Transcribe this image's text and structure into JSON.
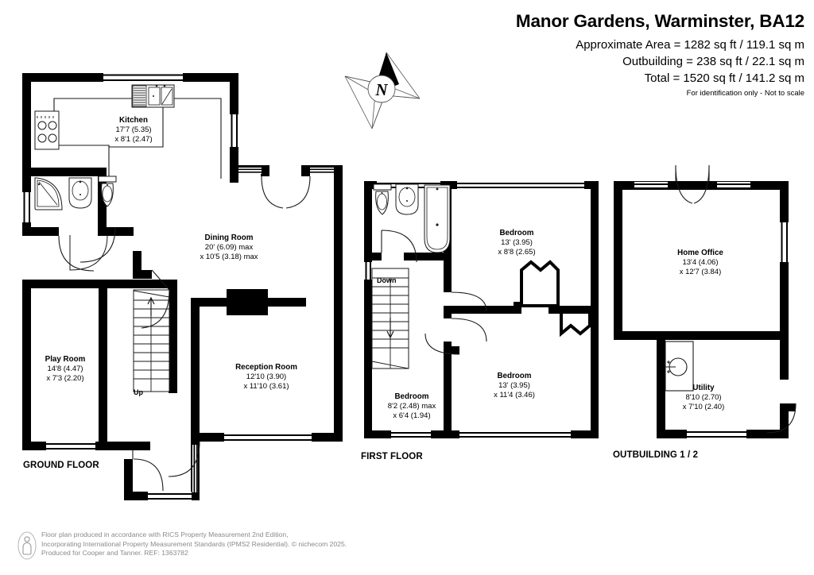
{
  "header": {
    "title": "Manor Gardens, Warminster, BA12",
    "approximate_area": "Approximate Area = 1282 sq ft / 119.1 sq m",
    "outbuilding_area": "Outbuilding = 238 sq ft / 22.1 sq m",
    "total_area": "Total = 1520 sq ft / 141.2 sq m",
    "disclaimer": "For identification only - Not to scale"
  },
  "compass": {
    "north_label": "N"
  },
  "floors": [
    {
      "id": "ground",
      "label": "GROUND FLOOR"
    },
    {
      "id": "first",
      "label": "FIRST FLOOR"
    },
    {
      "id": "outbuilding",
      "label": "OUTBUILDING 1 / 2"
    }
  ],
  "rooms": {
    "kitchen": {
      "name": "Kitchen",
      "dim1": "17'7 (5.35)",
      "dim2": "x 8'1 (2.47)"
    },
    "dining_room": {
      "name": "Dining Room",
      "dim1": "20' (6.09) max",
      "dim2": "x 10'5 (3.18) max"
    },
    "play_room": {
      "name": "Play Room",
      "dim1": "14'8 (4.47)",
      "dim2": "x 7'3 (2.20)"
    },
    "reception_room": {
      "name": "Reception Room",
      "dim1": "12'10 (3.90)",
      "dim2": "x 11'10 (3.61)"
    },
    "bedroom1": {
      "name": "Bedroom",
      "dim1": "13' (3.95)",
      "dim2": "x 8'8 (2.65)"
    },
    "bedroom2": {
      "name": "Bedroom",
      "dim1": "13' (3.95)",
      "dim2": "x 11'4 (3.46)"
    },
    "bedroom3": {
      "name": "Bedroom",
      "dim1": "8'2 (2.48) max",
      "dim2": "x 6'4 (1.94)"
    },
    "home_office": {
      "name": "Home Office",
      "dim1": "13'4 (4.06)",
      "dim2": "x 12'7 (3.84)"
    },
    "utility": {
      "name": "Utility",
      "dim1": "8'10 (2.70)",
      "dim2": "x 7'10 (2.40)"
    }
  },
  "stairs": {
    "ground_direction": "Up",
    "first_direction": "Down"
  },
  "footer": {
    "text": "Floor plan produced in accordance with RICS Property Measurement 2nd Edition,\nIncorporating International Property Measurement Standards (IPMS2 Residential).   © nichecom 2025.\nProduced for Cooper and Tanner.   REF:  1363782"
  },
  "colors": {
    "wall": "#000000",
    "background": "#ffffff",
    "fixture_stroke": "#1a1a1a",
    "footer_text": "#8a8a8a"
  }
}
